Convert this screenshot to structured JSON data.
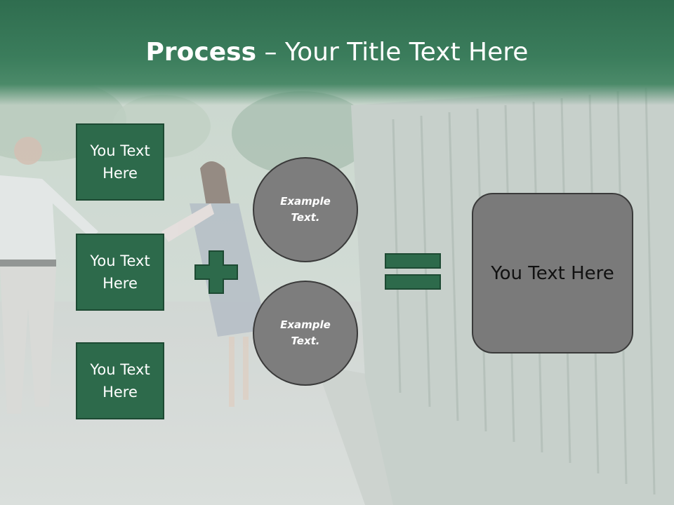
{
  "title": {
    "bold": "Process",
    "rest": " – Your Title Text Here"
  },
  "left_boxes": [
    {
      "label": "You Text Here"
    },
    {
      "label": "You Text Here"
    },
    {
      "label": "You Text Here"
    }
  ],
  "circles": [
    {
      "label": "Example Text."
    },
    {
      "label": "Example Text."
    }
  ],
  "result": {
    "label": "You Text Here"
  },
  "colors": {
    "title_bar": "#2f6d4f",
    "box_fill": "#2d6a4b",
    "circle_fill": "#7d7d7d",
    "result_fill": "#7a7a7a"
  }
}
